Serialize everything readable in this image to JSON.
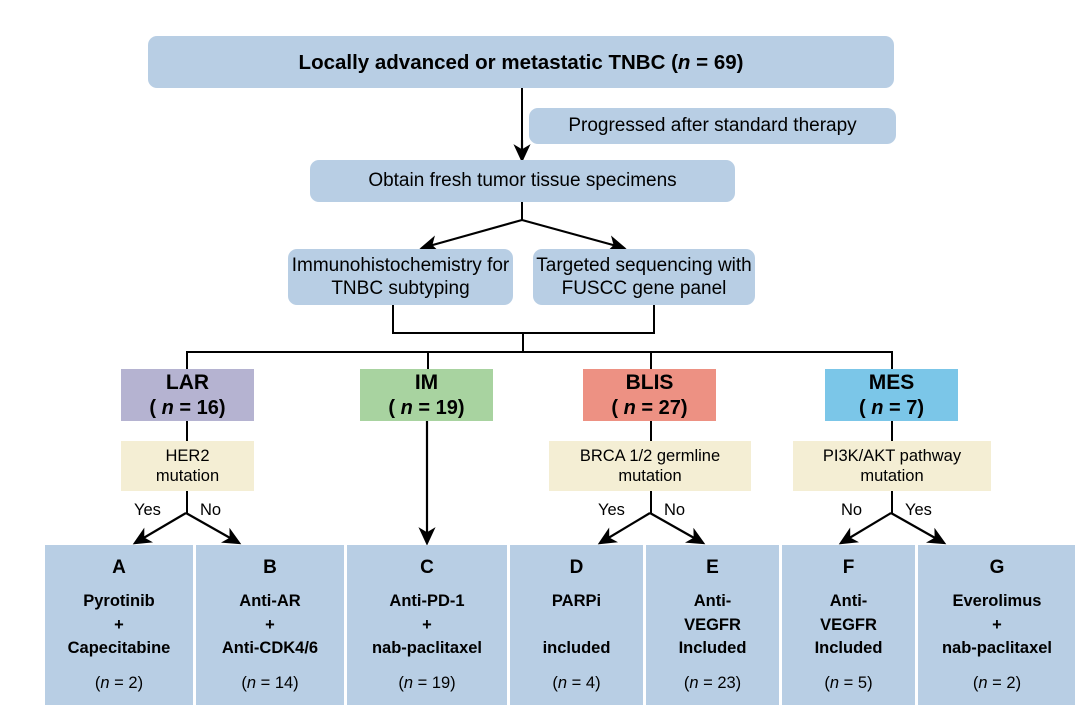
{
  "figure": {
    "type": "flowchart",
    "subject": "TNBC precision treatment trial allocation"
  },
  "colors": {
    "process_blue": "#b8cee4",
    "lar_purple": "#b5b3d1",
    "im_green": "#a8d3a0",
    "blis_salmon": "#ed9183",
    "mes_blue": "#7bc6e8",
    "decision_cream": "#f4eed4",
    "line": "#000000"
  },
  "nodes": {
    "cohort": "Locally advanced or metastatic TNBC (",
    "cohort_n": "n",
    "cohort_n_val": " = 69)",
    "progressed": "Progressed after standard therapy",
    "specimens": "Obtain fresh tumor tissue specimens",
    "ihc_l1": "Immunohistochemistry for",
    "ihc_l2": "TNBC subtyping",
    "seq_l1": "Targeted sequencing with",
    "seq_l2": "FUSCC gene panel"
  },
  "subtypes": [
    {
      "name": "LAR",
      "n_label": "( ",
      "n_italic": "n",
      "n_value": " = 16)",
      "color": "#b5b3d1"
    },
    {
      "name": "IM",
      "n_label": "( ",
      "n_italic": "n",
      "n_value": " = 19)",
      "color": "#a8d3a0"
    },
    {
      "name": "BLIS",
      "n_label": "( ",
      "n_italic": "n",
      "n_value": " = 27)",
      "color": "#ed9183"
    },
    {
      "name": "MES",
      "n_label": "( ",
      "n_italic": "n",
      "n_value": " = 7)",
      "color": "#7bc6e8"
    }
  ],
  "decisions": [
    {
      "line1": "HER2",
      "line2": "mutation",
      "left_label": "Yes",
      "right_label": "No"
    },
    {
      "line1": "BRCA 1/2 germline",
      "line2": "mutation",
      "left_label": "Yes",
      "right_label": "No"
    },
    {
      "line1": "PI3K/AKT pathway",
      "line2": "mutation",
      "left_label": "No",
      "right_label": "Yes"
    }
  ],
  "arms": [
    {
      "letter": "A",
      "regimen": [
        "Pyrotinib",
        "+",
        "Capecitabine"
      ],
      "n_open": "(",
      "n_italic": "n",
      "n_value": " = 2)"
    },
    {
      "letter": "B",
      "regimen": [
        "Anti-AR",
        "+",
        "Anti-CDK4/6"
      ],
      "n_open": "(",
      "n_italic": "n",
      "n_value": " = 14)"
    },
    {
      "letter": "C",
      "regimen": [
        "Anti-PD-1",
        "+",
        "nab-paclitaxel"
      ],
      "n_open": "(",
      "n_italic": "n",
      "n_value": " = 19)"
    },
    {
      "letter": "D",
      "regimen": [
        "PARPi",
        "",
        "included"
      ],
      "n_open": "(",
      "n_italic": "n",
      "n_value": " = 4)"
    },
    {
      "letter": "E",
      "regimen": [
        "Anti-",
        "VEGFR",
        "Included"
      ],
      "n_open": "(",
      "n_italic": "n",
      "n_value": " = 23)"
    },
    {
      "letter": "F",
      "regimen": [
        "Anti-",
        "VEGFR",
        "Included"
      ],
      "n_open": "(",
      "n_italic": "n",
      "n_value": " = 5)"
    },
    {
      "letter": "G",
      "regimen": [
        "Everolimus",
        "+",
        "nab-paclitaxel"
      ],
      "n_open": "(",
      "n_italic": "n",
      "n_value": " = 2)"
    }
  ]
}
